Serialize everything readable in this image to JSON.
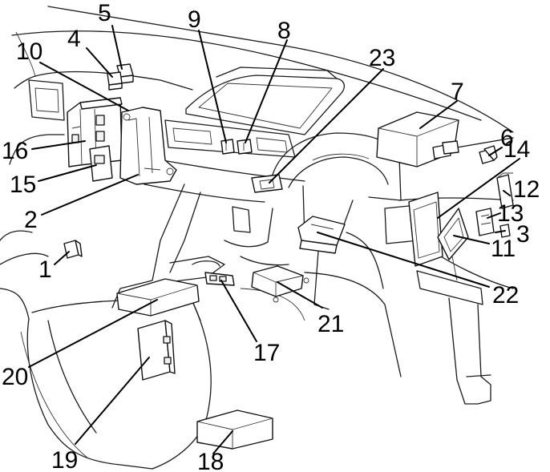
{
  "diagram": {
    "callouts": [
      {
        "id": "c1",
        "label": "1"
      },
      {
        "id": "c2",
        "label": "2"
      },
      {
        "id": "c3",
        "label": "3"
      },
      {
        "id": "c4",
        "label": "4"
      },
      {
        "id": "c5",
        "label": "5"
      },
      {
        "id": "c6",
        "label": "6"
      },
      {
        "id": "c7",
        "label": "7"
      },
      {
        "id": "c8",
        "label": "8"
      },
      {
        "id": "c9",
        "label": "9"
      },
      {
        "id": "c10",
        "label": "10"
      },
      {
        "id": "c11",
        "label": "11"
      },
      {
        "id": "c12",
        "label": "12"
      },
      {
        "id": "c13",
        "label": "13"
      },
      {
        "id": "c14",
        "label": "14"
      },
      {
        "id": "c15",
        "label": "15"
      },
      {
        "id": "c16",
        "label": "16"
      },
      {
        "id": "c17",
        "label": "17"
      },
      {
        "id": "c18",
        "label": "18"
      },
      {
        "id": "c19",
        "label": "19"
      },
      {
        "id": "c20",
        "label": "20"
      },
      {
        "id": "c21",
        "label": "21"
      },
      {
        "id": "c22",
        "label": "22"
      },
      {
        "id": "c23",
        "label": "23"
      }
    ],
    "colors": {
      "line": "#1a1a1a",
      "label": "#000000",
      "background": "#ffffff"
    }
  }
}
